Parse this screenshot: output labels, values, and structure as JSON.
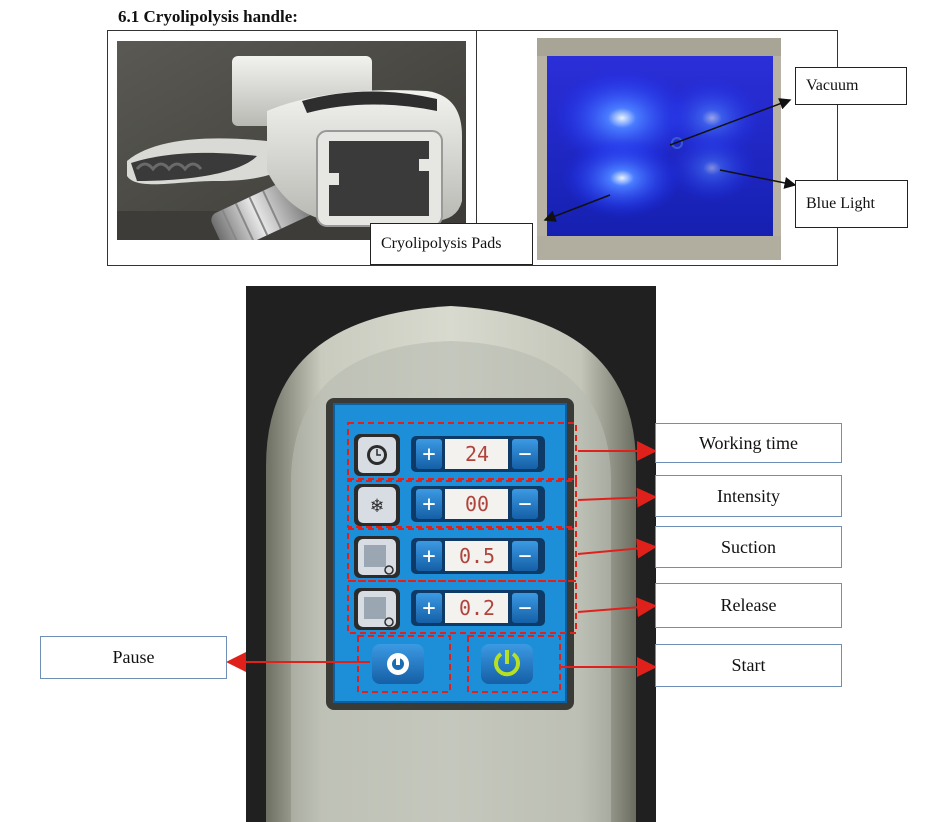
{
  "section": {
    "title": "6.1 Cryolipolysis handle:"
  },
  "top_labels": {
    "pads": "Cryolipolysis Pads",
    "vacuum": "Vacuum",
    "blue_light": "Blue Light"
  },
  "screen": {
    "rows": [
      {
        "icon": "clock-icon",
        "plus": "+",
        "value": "24",
        "minus": "−"
      },
      {
        "icon": "snowflake-icon",
        "plus": "+",
        "value": "00",
        "minus": "−"
      },
      {
        "icon": "suction-gauge-icon",
        "plus": "+",
        "value": "0.5",
        "minus": "−"
      },
      {
        "icon": "release-gauge-icon",
        "plus": "+",
        "value": "0.2",
        "minus": "−"
      }
    ],
    "pause_icon": "pause-power-icon",
    "start_icon": "start-power-icon"
  },
  "callouts": {
    "working_time": "Working time",
    "intensity": "Intensity",
    "suction": "Suction",
    "release": "Release",
    "start": "Start",
    "pause": "Pause"
  },
  "colors": {
    "screen_bg": "#1d8fd8",
    "button_blue": "#1a6cb2",
    "value_text": "#b0443c",
    "callout_border": "#6f8fb7",
    "arrow_red": "#e0201b",
    "start_green": "#b6e021"
  }
}
